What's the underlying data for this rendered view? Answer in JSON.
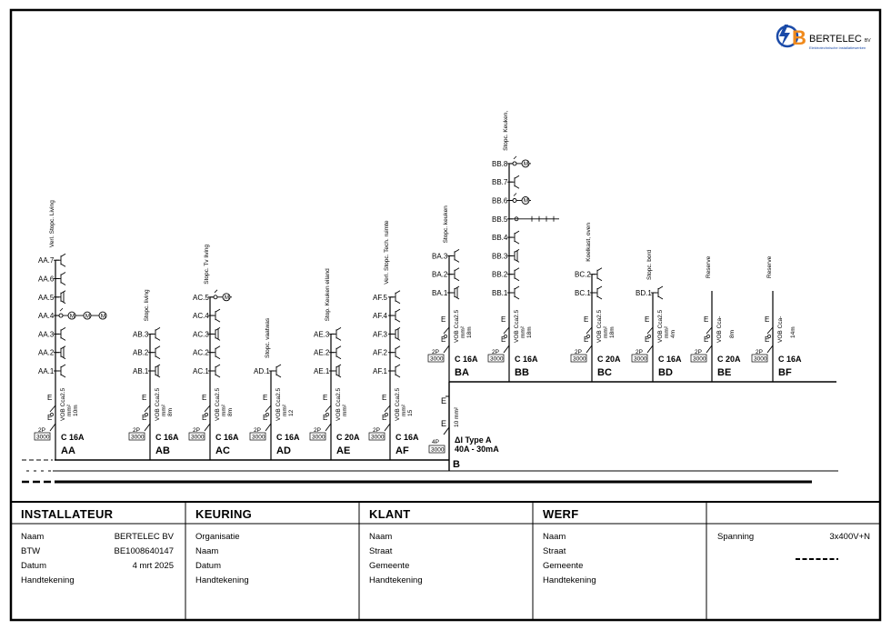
{
  "logo": {
    "letter": "B",
    "brand": "BERTELEC",
    "suffix": "BV",
    "tagline": "Elektrotechnische installatiewerken"
  },
  "main_breaker": {
    "label": "B",
    "poles": "4P",
    "rating": "3000",
    "rcd": "ΔI Type A",
    "rcd_rating": "40A - 30mA",
    "cable": "10 mm²"
  },
  "groups": [
    {
      "id": "AA",
      "breaker": "C 16A",
      "poles": "2P",
      "kA": "3000",
      "cable": "VOB Cca2.5",
      "unit": "mm²",
      "length": "10m",
      "title": "Verl. Stopc. Living",
      "circuits": [
        "AA.7",
        "AA.6",
        "AA.5",
        "AA.4",
        "AA.3",
        "AA.2",
        "AA.1"
      ]
    },
    {
      "id": "AB",
      "breaker": "C 16A",
      "poles": "2P",
      "kA": "3000",
      "cable": "VOB Cca2.5",
      "unit": "mm²",
      "length": "8m",
      "title": "Stopc. living",
      "circuits": [
        "AB.3",
        "AB.2",
        "AB.1"
      ]
    },
    {
      "id": "AC",
      "breaker": "C 16A",
      "poles": "2P",
      "kA": "3000",
      "cable": "VOB Cca2.5",
      "unit": "mm²",
      "length": "8m",
      "title": "Stopc. Tv living",
      "circuits": [
        "AC.5",
        "AC.4",
        "AC.3",
        "AC.2",
        "AC.1"
      ]
    },
    {
      "id": "AD",
      "breaker": "C 16A",
      "poles": "2P",
      "kA": "3000",
      "cable": "VOB Cca2.5",
      "unit": "mm²",
      "length": "12",
      "title": "Stopc. vaatwas",
      "circuits": [
        "AD.1"
      ]
    },
    {
      "id": "AE",
      "breaker": "C 20A",
      "poles": "2P",
      "kA": "3000",
      "cable": "VOB Cca2.5",
      "unit": "mm²",
      "length": "",
      "title": "Stop. Keuken eiland",
      "circuits": [
        "AE.3",
        "AE.2",
        "AE.1"
      ]
    },
    {
      "id": "AF",
      "breaker": "C 16A",
      "poles": "2P",
      "kA": "3000",
      "cable": "VOB Cca2.5",
      "unit": "mm²",
      "length": "15",
      "title": "Verl. Stopc. Tech. ruimte",
      "circuits": [
        "AF.5",
        "AF.4",
        "AF.3",
        "AF.2",
        "AF.1"
      ]
    },
    {
      "id": "BA",
      "breaker": "C 16A",
      "poles": "2P",
      "kA": "3000",
      "cable": "VOB Cca2.5",
      "unit": "mm²",
      "length": "18m",
      "title": "Stopc. keuken",
      "circuits": [
        "BA.3",
        "BA.2",
        "BA.1"
      ]
    },
    {
      "id": "BB",
      "breaker": "C 16A",
      "poles": "2P",
      "kA": "3000",
      "cable": "VOB Cca2.5",
      "unit": "mm²",
      "length": "18m",
      "title": "Stopc. Keuken,",
      "circuits": [
        "BB.8",
        "BB.7",
        "BB.6",
        "BB.5",
        "BB.4",
        "BB.3",
        "BB.2",
        "BB.1"
      ]
    },
    {
      "id": "BC",
      "breaker": "C 20A",
      "poles": "2P",
      "kA": "3000",
      "cable": "VOB Cca2.5",
      "unit": "mm²",
      "length": "18m",
      "title": "Koelkast, oven",
      "circuits": [
        "BC.2",
        "BC.1"
      ]
    },
    {
      "id": "BD",
      "breaker": "C 16A",
      "poles": "2P",
      "kA": "3000",
      "cable": "VOB Cca2.5",
      "unit": "mm²",
      "length": "4m",
      "title": "Stopc. bord",
      "circuits": [
        "BD.1"
      ]
    },
    {
      "id": "BE",
      "breaker": "C 20A",
      "poles": "2P",
      "kA": "3000",
      "cable": "VOB Cca-",
      "unit": "",
      "length": "8m",
      "title": "Reserve",
      "circuits": []
    },
    {
      "id": "BF",
      "breaker": "C 16A",
      "poles": "2P",
      "kA": "3000",
      "cable": "VOB Cca-",
      "unit": "",
      "length": "14m",
      "title": "Reserve",
      "circuits": []
    }
  ],
  "title_block": {
    "installateur": {
      "heading": "INSTALLATEUR",
      "rows": [
        {
          "label": "Naam",
          "value": "BERTELEC BV"
        },
        {
          "label": "BTW",
          "value": "BE1008640147"
        },
        {
          "label": "Datum",
          "value": "4 mrt 2025"
        },
        {
          "label": "Handtekening",
          "value": ""
        }
      ]
    },
    "keuring": {
      "heading": "KEURING",
      "rows": [
        {
          "label": "Organisatie",
          "value": ""
        },
        {
          "label": "Naam",
          "value": ""
        },
        {
          "label": "Datum",
          "value": ""
        },
        {
          "label": "Handtekening",
          "value": ""
        }
      ]
    },
    "klant": {
      "heading": "KLANT",
      "rows": [
        {
          "label": "Naam",
          "value": ""
        },
        {
          "label": "Straat",
          "value": ""
        },
        {
          "label": "Gemeente",
          "value": ""
        },
        {
          "label": "Handtekening",
          "value": ""
        }
      ]
    },
    "werf": {
      "heading": "WERF",
      "rows": [
        {
          "label": "Naam",
          "value": ""
        },
        {
          "label": "Straat",
          "value": ""
        },
        {
          "label": "Gemeente",
          "value": ""
        },
        {
          "label": "Handtekening",
          "value": ""
        }
      ]
    },
    "spanning": {
      "label": "Spanning",
      "value": "3x400V+N"
    }
  },
  "colors": {
    "line": "#000000",
    "logo_blue": "#1a4aa8",
    "logo_orange": "#f08a1c"
  }
}
